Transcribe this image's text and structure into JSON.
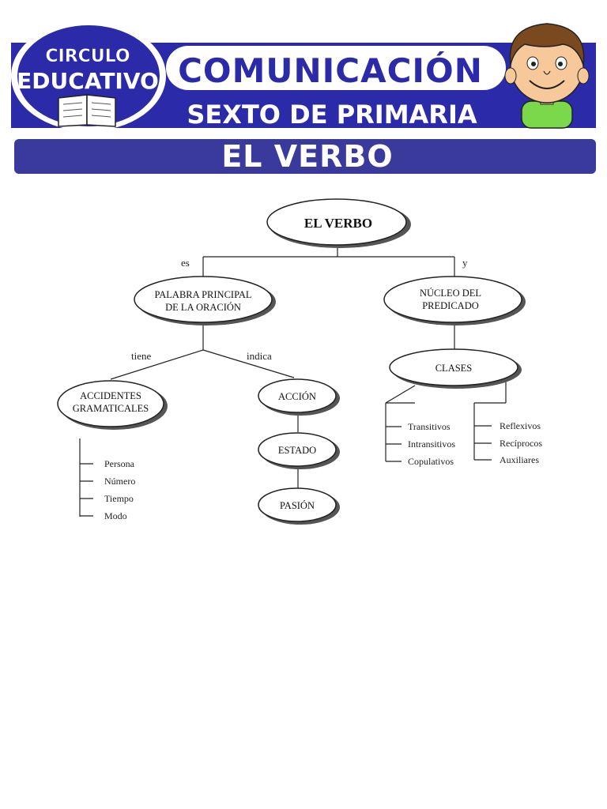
{
  "header": {
    "logo_line1": "CIRCULO",
    "logo_line2": "EDUCATIVO",
    "subject": "COMUNICACIÓN",
    "grade": "SEXTO DE PRIMARIA",
    "topic": "EL VERBO",
    "colors": {
      "brand_blue": "#2b2aa8",
      "topic_bar": "#3a3a9c",
      "shirt_green": "#7bd84a"
    }
  },
  "diagram": {
    "root": "EL VERBO",
    "link_left": "es",
    "link_right": "y",
    "left_node": [
      "PALABRA PRINCIPAL",
      "DE LA ORACIÓN"
    ],
    "right_node": [
      "NÚCLEO DEL",
      "PREDICADO"
    ],
    "link_tiene": "tiene",
    "link_indica": "indica",
    "accidentes_node": [
      "ACCIDENTES",
      "GRAMATICALES"
    ],
    "accidentes_items": [
      "Persona",
      "Número",
      "Tiempo",
      "Modo"
    ],
    "indica_items": [
      "ACCIÓN",
      "ESTADO",
      "PASIÓN"
    ],
    "clases_node": "CLASES",
    "clases_left": [
      "Transitivos",
      "Intransitivos",
      "Copulativos"
    ],
    "clases_right": [
      "Reflexivos",
      "Recíprocos",
      "Auxiliares"
    ]
  }
}
